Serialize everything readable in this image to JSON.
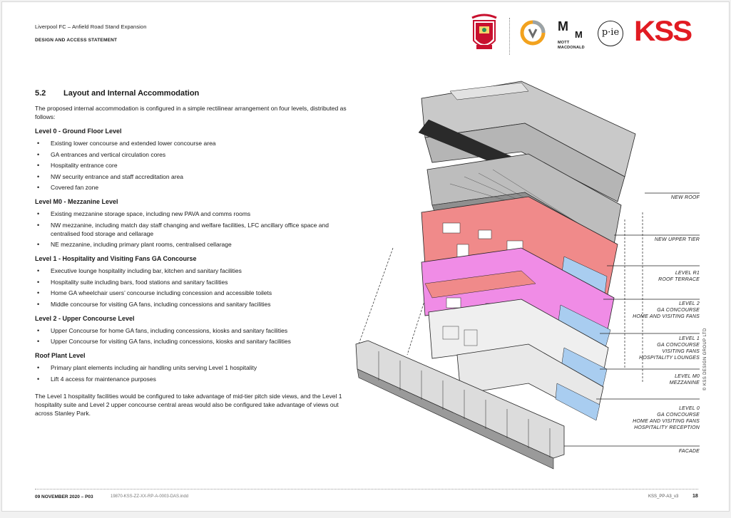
{
  "header": {
    "project": "Liverpool FC – Anfield Road Stand Expansion",
    "document": "DESIGN AND ACCESS STATEMENT"
  },
  "logos": {
    "mott_line1": "MOTT",
    "mott_line2": "MACDONALD",
    "mott_mark": "M",
    "pie_mark": "p·ie",
    "kss": "KSS"
  },
  "section": {
    "number": "5.2",
    "title": "Layout and Internal Accommodation",
    "intro": "The proposed internal accommodation is configured in a simple rectilinear arrangement on four levels, distributed as follows:",
    "levels": [
      {
        "heading": "Level 0 - Ground Floor Level",
        "items": [
          "Existing lower concourse and extended lower concourse area",
          "GA entrances and vertical circulation cores",
          "Hospitality entrance core",
          "NW security entrance and staff accreditation area",
          "Covered fan zone"
        ]
      },
      {
        "heading": "Level M0 - Mezzanine Level",
        "items": [
          "Existing mezzanine storage space, including new PAVA and comms rooms",
          "NW mezzanine, including match day staff changing and welfare facilities, LFC ancillary office space and centralised food storage and cellarage",
          "NE mezzanine, including primary plant rooms, centralised cellarage"
        ]
      },
      {
        "heading": "Level 1 - Hospitality and Visiting Fans GA Concourse",
        "items": [
          "Executive lounge hospitality including bar, kitchen and sanitary facilities",
          "Hospitality suite including bars, food stations and sanitary facilities",
          "Home GA wheelchair users’ concourse including concession and accessible toilets",
          "Middle concourse for visiting GA fans, including concessions and sanitary facilities"
        ]
      },
      {
        "heading": "Level 2 - Upper Concourse Level",
        "items": [
          "Upper Concourse for home GA fans, including concessions, kiosks and sanitary facilities",
          "Upper Concourse for visiting GA fans, including concessions, kiosks and sanitary facilities"
        ]
      },
      {
        "heading": "Roof Plant Level",
        "items": [
          "Primary plant elements including air handling units serving Level 1 hospitality",
          "Lift 4 access for maintenance purposes"
        ]
      }
    ],
    "closing": "The Level 1 hospitality facilities would be configured to take advantage of mid-tier pitch side views, and the Level 1 hospitality suite and Level 2 upper concourse central areas would also be configured take advantage of views out across Stanley Park."
  },
  "diagram_labels": {
    "roof": [
      "NEW ROOF"
    ],
    "upper_tier": [
      "NEW UPPER TIER"
    ],
    "r1": [
      "LEVEL R1",
      "ROOF TERRACE"
    ],
    "l2": [
      "LEVEL 2",
      "GA CONCOURSE",
      "HOME AND VISITING FANS"
    ],
    "l1": [
      "LEVEL 1",
      "GA CONCOURSE",
      "VISITING FANS",
      "HOSPITALITY LOUNGES"
    ],
    "m0": [
      "LEVEL M0",
      "MEZZANINE"
    ],
    "l0": [
      "LEVEL 0",
      "GA CONCOURSE",
      "HOME AND VISITING FANS",
      "HOSPITALITY RECEPTION"
    ],
    "facade": [
      "FACADE"
    ]
  },
  "side_note": "© KSS DESIGN GROUP LTD",
  "footer": {
    "date": "09 NOVEMBER 2020 – P03",
    "file": "19870-KSS-ZZ-XX-RP-A-0003-DAS.indd",
    "code": "KSS_PP-A3_v3",
    "page": "18"
  },
  "colors": {
    "kss_red": "#e11b22",
    "zone_pink": "#f08a8a",
    "zone_magenta": "#f08ce6",
    "zone_blue": "#a9cdf0",
    "zone_grey": "#b3b3b3"
  }
}
